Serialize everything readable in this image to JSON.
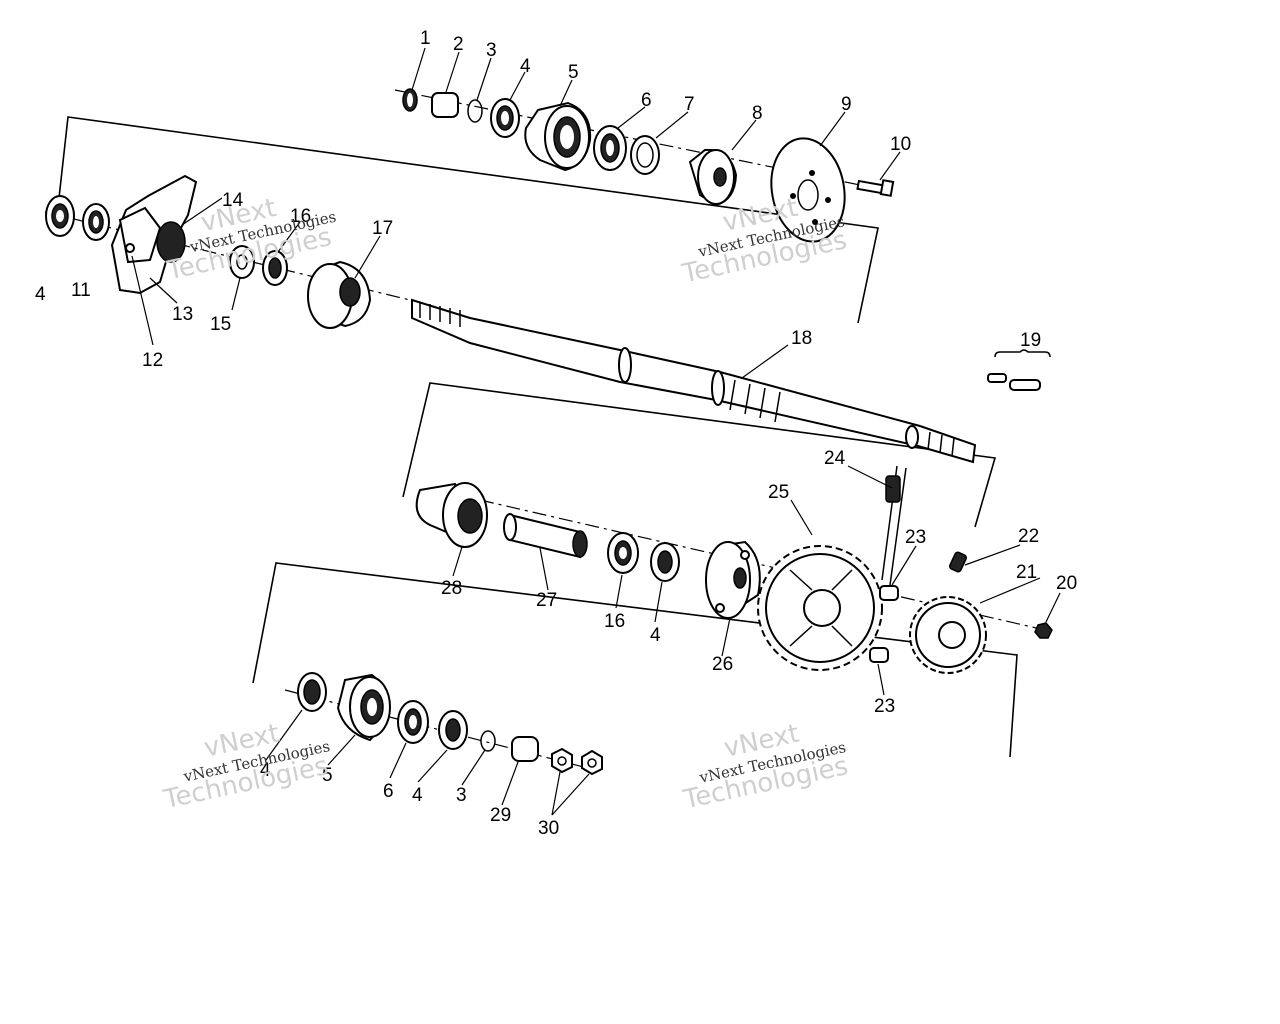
{
  "watermark": {
    "line1": "vNext",
    "line2": "Technologies",
    "small": "vNext Technologies"
  },
  "callouts": [
    {
      "id": "c1",
      "text": "1"
    },
    {
      "id": "c2",
      "text": "2"
    },
    {
      "id": "c3",
      "text": "3"
    },
    {
      "id": "c4",
      "text": "4"
    },
    {
      "id": "c5",
      "text": "5"
    },
    {
      "id": "c6",
      "text": "6"
    },
    {
      "id": "c7",
      "text": "7"
    },
    {
      "id": "c8",
      "text": "8"
    },
    {
      "id": "c9",
      "text": "9"
    },
    {
      "id": "c10",
      "text": "10"
    },
    {
      "id": "c4b",
      "text": "4"
    },
    {
      "id": "c11",
      "text": "11"
    },
    {
      "id": "c12",
      "text": "12"
    },
    {
      "id": "c13",
      "text": "13"
    },
    {
      "id": "c14",
      "text": "14"
    },
    {
      "id": "c15",
      "text": "15"
    },
    {
      "id": "c16",
      "text": "16"
    },
    {
      "id": "c17",
      "text": "17"
    },
    {
      "id": "c18",
      "text": "18"
    },
    {
      "id": "c19",
      "text": "19"
    },
    {
      "id": "c24",
      "text": "24"
    },
    {
      "id": "c25",
      "text": "25"
    },
    {
      "id": "c23a",
      "text": "23"
    },
    {
      "id": "c22",
      "text": "22"
    },
    {
      "id": "c21",
      "text": "21"
    },
    {
      "id": "c20",
      "text": "20"
    },
    {
      "id": "c28",
      "text": "28"
    },
    {
      "id": "c27",
      "text": "27"
    },
    {
      "id": "c16b",
      "text": "16"
    },
    {
      "id": "c4c",
      "text": "4"
    },
    {
      "id": "c26",
      "text": "26"
    },
    {
      "id": "c23b",
      "text": "23"
    },
    {
      "id": "c4d",
      "text": "4"
    },
    {
      "id": "c5b",
      "text": "5"
    },
    {
      "id": "c6b",
      "text": "6"
    },
    {
      "id": "c4e",
      "text": "4"
    },
    {
      "id": "c3b",
      "text": "3"
    },
    {
      "id": "c29",
      "text": "29"
    },
    {
      "id": "c30",
      "text": "30"
    }
  ]
}
